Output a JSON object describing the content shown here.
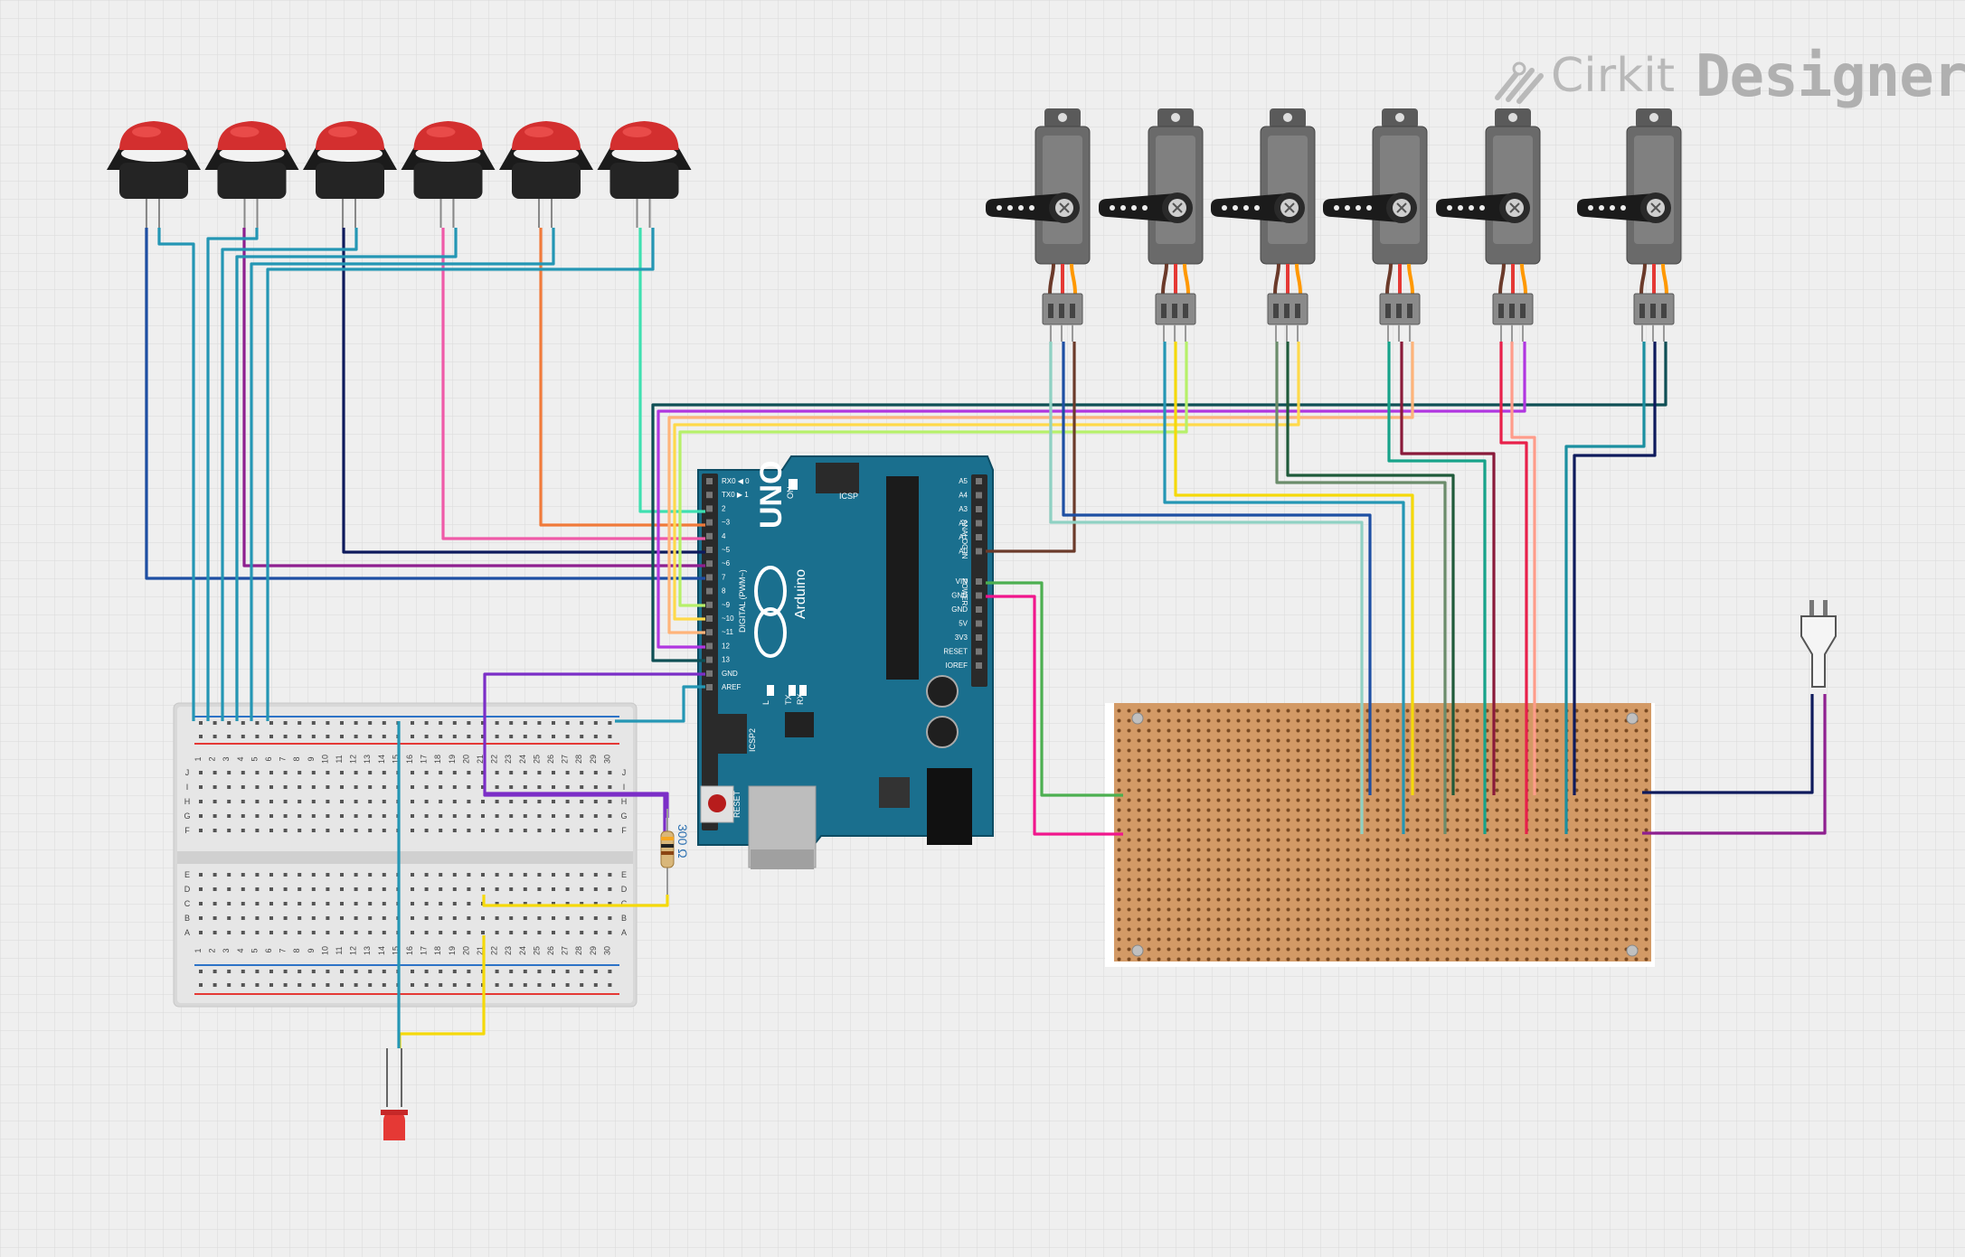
{
  "brand": {
    "name_light": "Cirkit",
    "name_bold": "Designer",
    "icon": "cirkit-logo-icon"
  },
  "arduino": {
    "board_name": "UNO",
    "brand": "Arduino",
    "icsp_label": "ICSP",
    "icsp2_label": "ICSP2",
    "on_label": "ON",
    "reset_label": "RESET",
    "digital_label": "DIGITAL (PWM~)",
    "analog_label": "ANALOG IN",
    "power_label": "POWER",
    "led_labels": [
      "L",
      "TX",
      "RX"
    ],
    "digital_pins": [
      "RX0 ◀ 0",
      "TX0 ▶ 1",
      "2",
      "~3",
      "4",
      "~5",
      "~6",
      "7",
      "8",
      "~9",
      "~10",
      "~11",
      "12",
      "13",
      "GND",
      "AREF"
    ],
    "analog_pins": [
      "A5",
      "A4",
      "A3",
      "A2",
      "A1",
      "A0"
    ],
    "power_pins": [
      "VIN",
      "GND",
      "GND",
      "5V",
      "3V3",
      "RESET",
      "IOREF"
    ]
  },
  "breadboard": {
    "column_numbers": [
      "1",
      "2",
      "3",
      "4",
      "5",
      "6",
      "7",
      "8",
      "9",
      "10",
      "11",
      "12",
      "13",
      "14",
      "15",
      "16",
      "17",
      "18",
      "19",
      "20",
      "21",
      "22",
      "23",
      "24",
      "25",
      "26",
      "27",
      "28",
      "29",
      "30"
    ],
    "rows_top": [
      "J",
      "I",
      "H",
      "G",
      "F"
    ],
    "rows_bottom": [
      "E",
      "D",
      "C",
      "B",
      "A"
    ]
  },
  "resistor": {
    "label": "300 Ω"
  },
  "components": {
    "pushbuttons": 6,
    "servos": 6,
    "led_color": "#e53935",
    "perfboard_color": "#d6a36e"
  },
  "wire_colors": {
    "blue": "#1e4fa3",
    "teal": "#2496b4",
    "navy": "#0e1a5c",
    "purple": "#8e1f8f",
    "pink": "#ef5aa8",
    "orange": "#f07a3a",
    "aqua": "#3ee0b0",
    "brown": "#6b3a2a",
    "yellow": "#f5d90a",
    "green": "#4caf50",
    "magenta": "#f0168c",
    "dark-teal": "#0f4f55"
  }
}
